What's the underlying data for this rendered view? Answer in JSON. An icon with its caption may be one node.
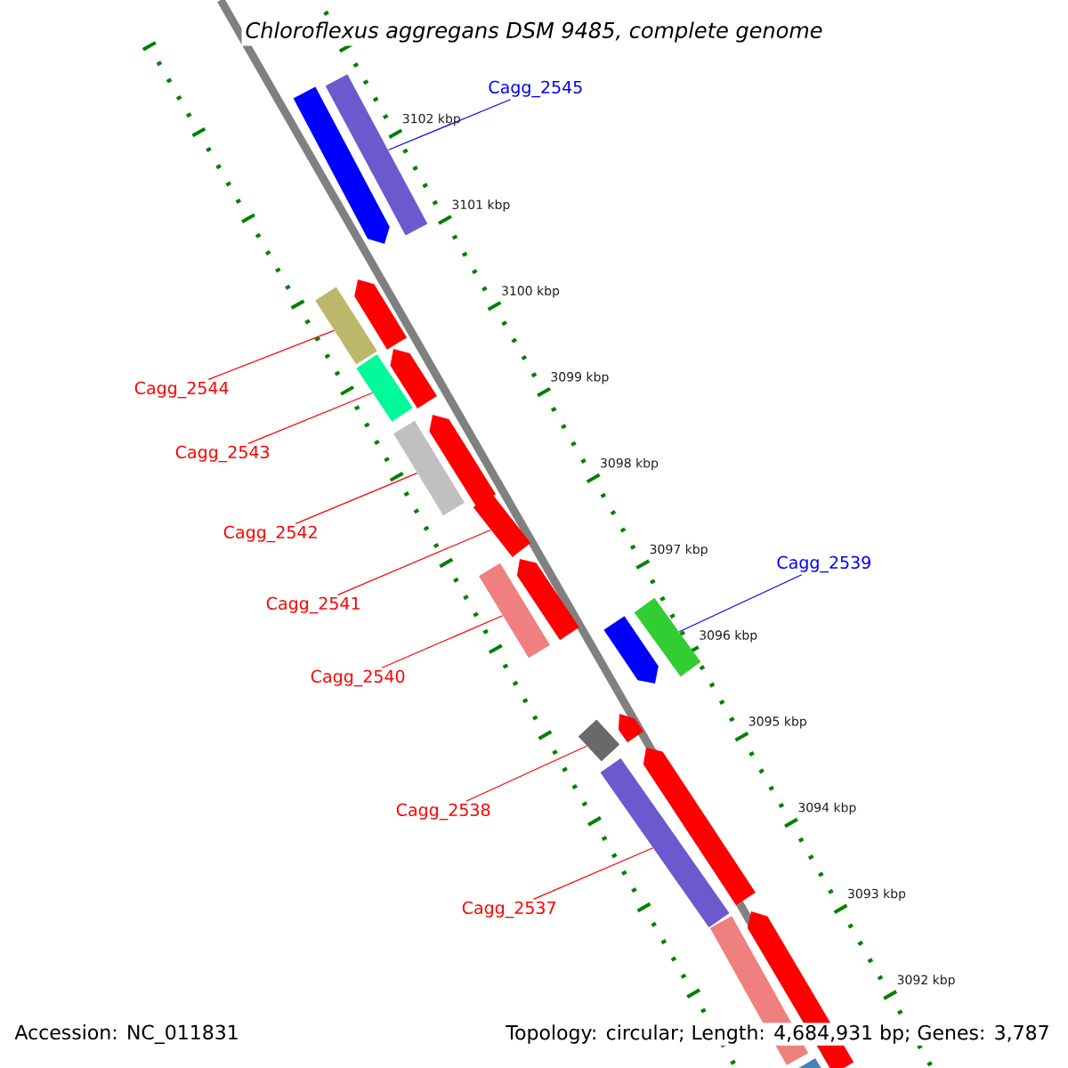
{
  "diagram": {
    "title": "Chloroflexus aggregans DSM 9485, complete genome",
    "nodes": [
      {
        "text": [
          "Cagg_2545"
        ]
      },
      {
        "text": [],
        "shape": "bar"
      },
      {
        "text": [
          "Cagg_2544"
        ]
      },
      {
        "text": [],
        "shape": "bar"
      },
      {
        "text": [
          "Cagg_2543"
        ]
      },
      {
        "text": [],
        "shape": "bar"
      },
      {
        "text": [
          "Cagg_2542"
        ]
      },
      {
        "text": [],
        "shape": "bar"
      },
      {
        "text": [
          "Cagg_2541"
        ]
      },
      {
        "text": [],
        "shape": "bar"
      },
      {
        "text": [
          "Cagg_2539"
        ]
      },
      {
        "text": [],
        "shape": "bar"
      },
      {
        "text": [
          "Cagg_2540"
        ]
      },
      {
        "text": [],
        "shape": "bar"
      },
      {
        "text": [
          "Cagg_2538"
        ]
      },
      {
        "text": [],
        "shape": "bar"
      },
      {
        "text": [
          "Cagg_2537"
        ]
      },
      {
        "text": [],
        "shape": "bar"
      },
      {
        "text": [],
        "shape": "bar"
      },
      {
        "text": [],
        "shape": "bar"
      },
      {
        "text": [],
        "shape": "bar"
      },
      {
        "text": [],
        "shape": "bar"
      },
      {
        "text": [],
        "shape": "bar"
      },
      {
        "text": [],
        "shape": "bar"
      },
      {
        "text": [],
        "shape": "bar"
      },
      {
        "text": [],
        "shape": "bar"
      },
      {
        "text": [],
        "shape": "bar"
      },
      {
        "text": [],
        "shape": "bar"
      },
      {
        "text": [],
        "shape": "bar"
      }
    ],
    "edges": [
      {
        "from": 0,
        "to": 1,
        "arrow": "none",
        "color": "#0000ff"
      },
      {
        "from": 2,
        "to": 3,
        "arrow": "none"
      },
      {
        "from": 4,
        "to": 5,
        "arrow": "none"
      },
      {
        "from": 6,
        "to": 7,
        "arrow": "none"
      },
      {
        "from": 8,
        "to": 9,
        "arrow": "none"
      },
      {
        "from": 10,
        "to": 11,
        "arrow": "none",
        "color": "#0000ff"
      },
      {
        "from": 12,
        "to": 13,
        "arrow": "none"
      },
      {
        "from": 14,
        "to": 15,
        "arrow": "none"
      },
      {
        "from": 16,
        "to": 17,
        "arrow": "none"
      }
    ],
    "labels": [
      "3102 kbp",
      "3101 kbp",
      "3100 kbp",
      "3099 kbp",
      "3098 kbp",
      "3097 kbp",
      "3096 kbp",
      "3095 kbp",
      "3094 kbp",
      "3093 kbp",
      "3092 kbp",
      "Accession: NC_011831",
      "Topology: circular; Length: 4,684,931 bp; Genes: 3,787"
    ]
  }
}
